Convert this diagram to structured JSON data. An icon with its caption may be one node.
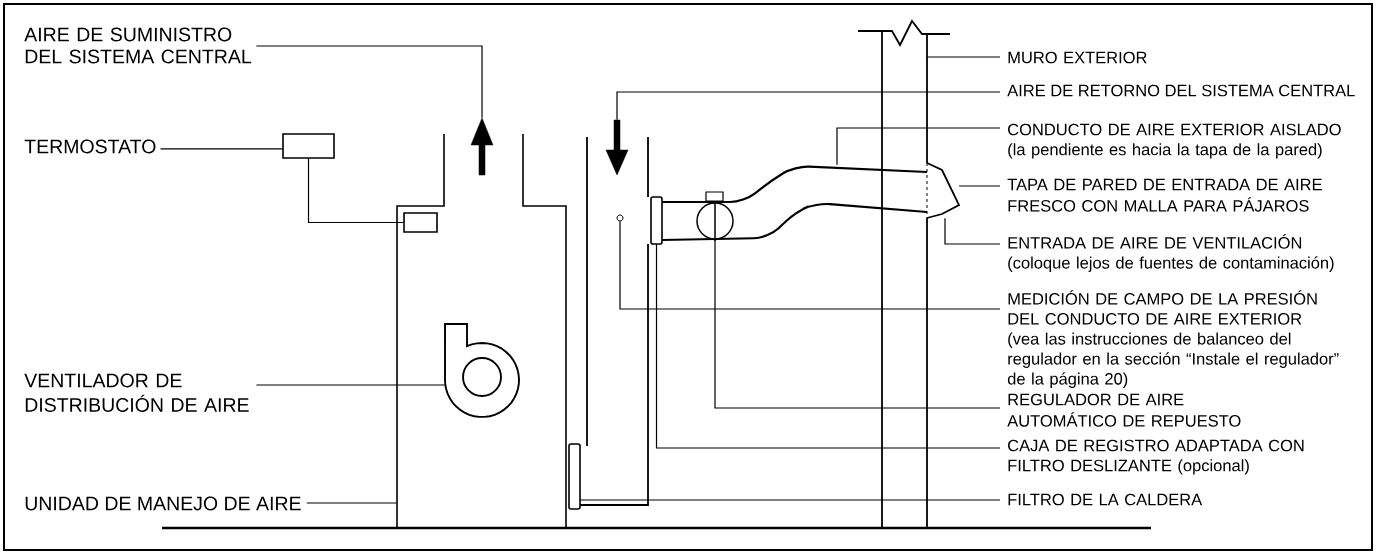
{
  "diagram": {
    "nodes": [
      {
        "text": [
          "AIRE DE SUMINISTRO DEL SISTEMA CENTRAL"
        ]
      },
      {
        "text": [
          "TERMOSTATO"
        ]
      },
      {
        "text": [
          "VENTILADOR DE DISTRIBUCIÓN DE AIRE"
        ]
      },
      {
        "text": [
          "UNIDAD DE MANEJO DE AIRE"
        ]
      },
      {
        "text": [
          "MURO EXTERIOR"
        ]
      },
      {
        "text": [
          "AIRE DE RETORNO DEL SISTEMA CENTRAL"
        ]
      },
      {
        "text": [
          "CONDUCTO DE AIRE EXTERIOR AISLADO",
          "(la pendiente es hacia la tapa de la pared)"
        ]
      },
      {
        "text": [
          "TAPA DE PARED DE ENTRADA DE AIRE FRESCO CON MALLA PARA PÁJAROS"
        ]
      },
      {
        "text": [
          "ENTRADA DE AIRE DE VENTILACIÓN",
          "(coloque lejos de fuentes de contaminación)"
        ]
      },
      {
        "text": [
          "MEDICIÓN DE CAMPO DE LA PRESIÓN DEL CONDUCTO DE AIRE EXTERIOR",
          "(vea las instrucciones de balanceo del regulador en la sección “Instale el regulador” de la página 20)"
        ]
      },
      {
        "text": [
          "REGULADOR DE AIRE AUTOMÁTICO DE REPUESTO"
        ]
      },
      {
        "text": [
          "CAJA DE REGISTRO ADAPTADA CON FILTRO DESLIZANTE (opcional)"
        ]
      },
      {
        "text": [
          "FILTRO DE LA CALDERA"
        ]
      },
      {
        "text": [],
        "shape": "arrow"
      },
      {
        "text": [],
        "shape": "box"
      },
      {
        "text": [],
        "shape": "box"
      },
      {
        "text": [],
        "shape": "fan",
        "in": 15
      },
      {
        "text": [],
        "shape": "wall"
      },
      {
        "text": [],
        "shape": "arrow"
      },
      {
        "text": [],
        "shape": "duct"
      },
      {
        "text": [],
        "shape": "hood"
      },
      {
        "text": [],
        "shape": "circle"
      },
      {
        "text": [],
        "shape": "circle",
        "in": 19
      },
      {
        "text": [],
        "shape": "box"
      },
      {
        "text": [],
        "shape": "box"
      },
      {
        "text": [],
        "shape": "box",
        "in": 15
      }
    ],
    "edges": [
      {
        "from": 0,
        "to": 13,
        "arrow": "none"
      },
      {
        "from": 1,
        "to": 14,
        "arrow": "none"
      },
      {
        "from": 2,
        "to": 16,
        "arrow": "none"
      },
      {
        "from": 3,
        "to": 15,
        "arrow": "none"
      },
      {
        "from": 4,
        "to": 17,
        "arrow": "none"
      },
      {
        "from": 5,
        "to": 18,
        "arrow": "none"
      },
      {
        "from": 6,
        "to": 19,
        "arrow": "none"
      },
      {
        "from": 7,
        "to": 20,
        "arrow": "none"
      },
      {
        "from": 8,
        "to": 20,
        "arrow": "none"
      },
      {
        "from": 9,
        "to": 21,
        "arrow": "none"
      },
      {
        "from": 10,
        "to": 22,
        "arrow": "none"
      },
      {
        "from": 11,
        "to": 23,
        "arrow": "none"
      },
      {
        "from": 12,
        "to": 24,
        "arrow": "none"
      },
      {
        "from": 14,
        "to": 25,
        "arrow": "none"
      }
    ]
  }
}
